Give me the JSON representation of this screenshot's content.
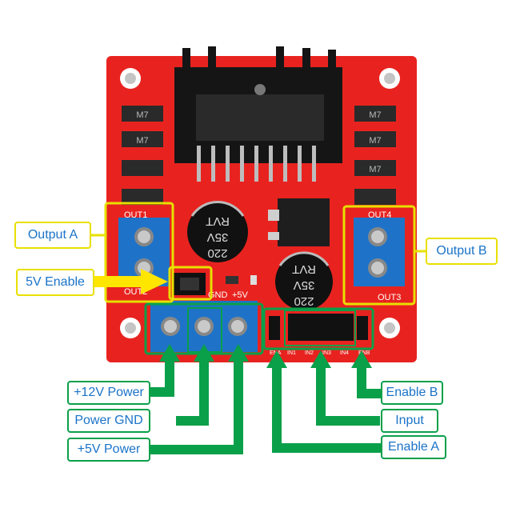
{
  "labels": {
    "output_a": "Output A",
    "output_b": "Output B",
    "enable_5v": "5V Enable",
    "power_12v": "+12V Power",
    "power_gnd": "Power GND",
    "power_5v": "+5V Power",
    "enable_b": "Enable B",
    "input": "Input",
    "enable_a": "Enable A"
  },
  "silkscreen": {
    "out1": "OUT1",
    "out2": "OUT2",
    "out3": "OUT3",
    "out4": "OUT4",
    "gnd": "GND",
    "plus5v": "+5V",
    "ena": "ENA",
    "in1": "IN1",
    "in2": "IN2",
    "in3": "IN3",
    "in4": "IN4",
    "enb": "ENB",
    "diode": "M7"
  },
  "capacitor": {
    "line1": "220",
    "line2": "35V",
    "line3": "RVT"
  },
  "colors": {
    "pcb": "#e8231f",
    "terminal": "#1e73c8",
    "heatsink": "#1a1a1a",
    "highlight_yellow": "#e8e000",
    "highlight_green": "#0aa04a",
    "label_text": "#1a73c8"
  }
}
